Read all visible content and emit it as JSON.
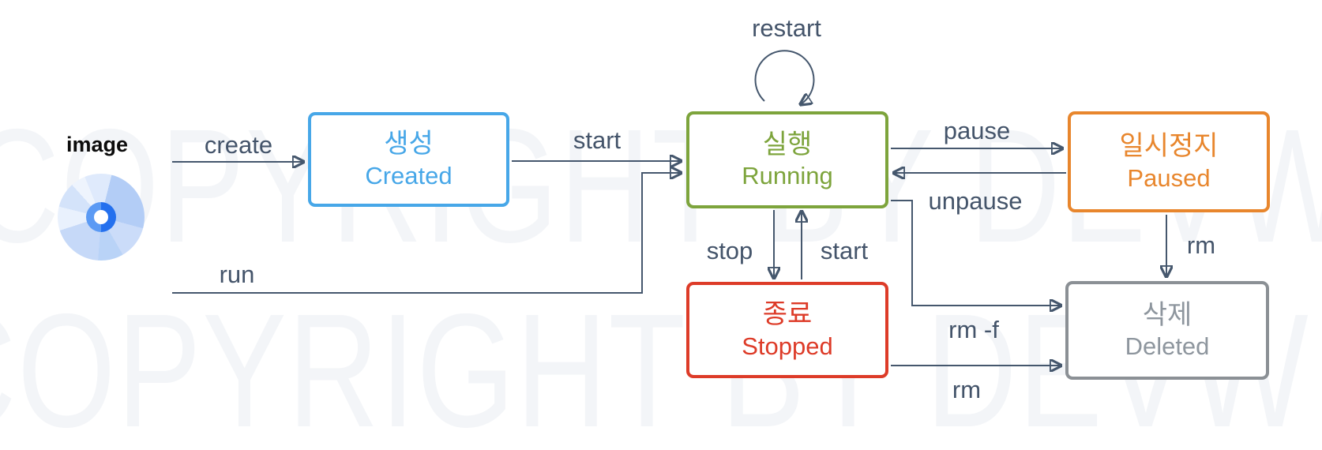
{
  "diagram": {
    "image_node": {
      "label": "image",
      "icon": "disc-icon"
    },
    "states": [
      {
        "id": "created",
        "ko": "생성",
        "en": "Created",
        "color": "#47a7e8"
      },
      {
        "id": "running",
        "ko": "실행",
        "en": "Running",
        "color": "#7da43c"
      },
      {
        "id": "paused",
        "ko": "일시정지",
        "en": "Paused",
        "color": "#e8862d"
      },
      {
        "id": "stopped",
        "ko": "종료",
        "en": "Stopped",
        "color": "#dd3b28"
      },
      {
        "id": "deleted",
        "ko": "삭제",
        "en": "Deleted",
        "color": "#8b9095"
      }
    ],
    "transitions": [
      {
        "label": "create",
        "from": "image",
        "to": "created"
      },
      {
        "label": "start",
        "from": "created",
        "to": "running"
      },
      {
        "label": "restart",
        "from": "running",
        "to": "running"
      },
      {
        "label": "pause",
        "from": "running",
        "to": "paused"
      },
      {
        "label": "unpause",
        "from": "paused",
        "to": "running"
      },
      {
        "label": "stop",
        "from": "running",
        "to": "stopped"
      },
      {
        "label": "start",
        "from": "stopped",
        "to": "running"
      },
      {
        "label": "run",
        "from": "image",
        "to": "running"
      },
      {
        "label": "rm -f",
        "from": "running",
        "to": "deleted"
      },
      {
        "label": "rm",
        "from": "stopped",
        "to": "deleted"
      },
      {
        "label": "rm",
        "from": "paused",
        "to": "deleted"
      }
    ],
    "watermark": "COPYRIGHT BY DEVW",
    "colors": {
      "arrow": "#45576d",
      "edge_label": "#44546a",
      "background": "#ffffff"
    }
  }
}
